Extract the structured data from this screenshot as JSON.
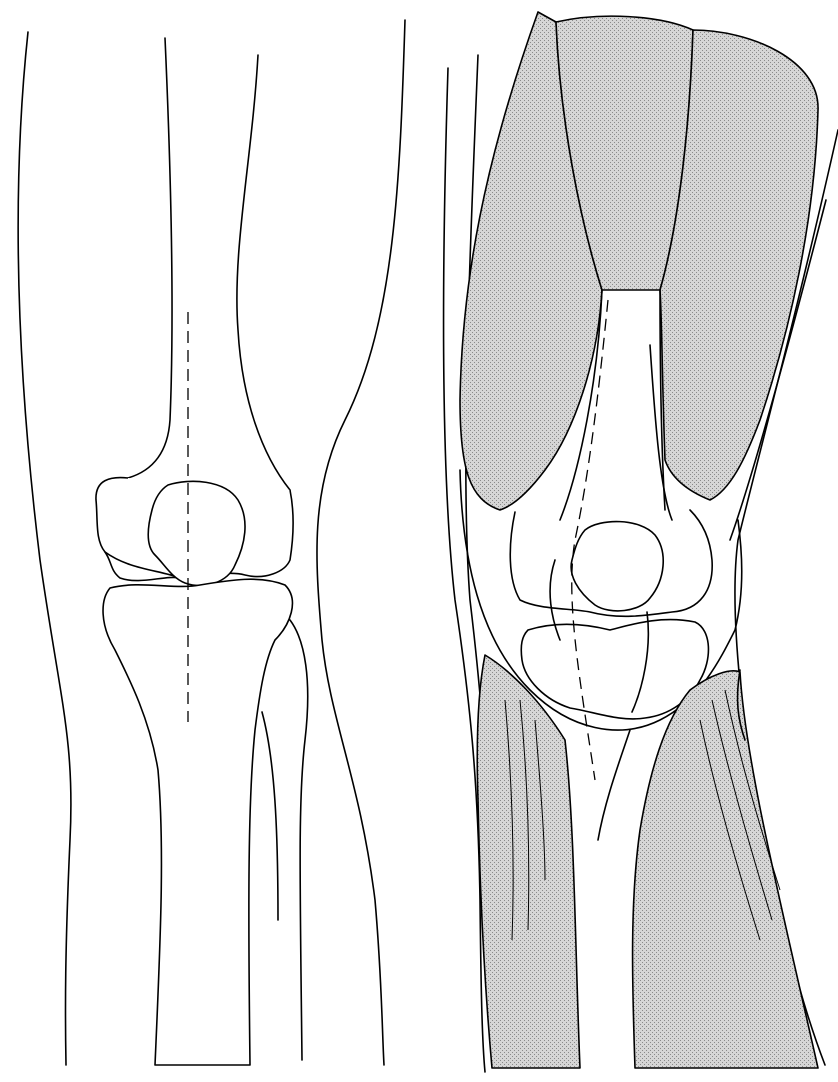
{
  "figure": {
    "panels": [
      {
        "id": "left",
        "view": "bones-only"
      },
      {
        "id": "right",
        "view": "bones-with-muscles"
      }
    ],
    "colors": {
      "line": "#000000",
      "background": "#ffffff",
      "muscle_fill": "#c9c9c9"
    }
  }
}
